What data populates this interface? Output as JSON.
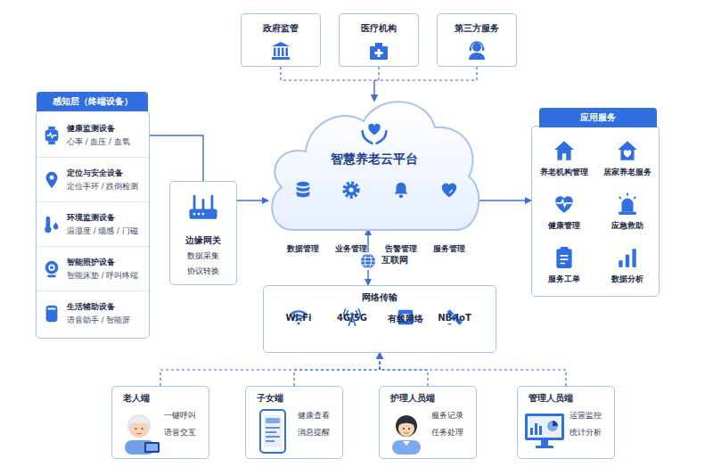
{
  "diagram": {
    "nodes": [
      {
        "text": [
          "政府监管"
        ]
      },
      {
        "text": [
          "医疗机构"
        ]
      },
      {
        "text": [
          "第三方服务"
        ]
      },
      {
        "text": [
          "感知层（终端设备）"
        ]
      },
      {
        "text": [
          "健康监测设备",
          "心率 / 血压 / 血氧"
        ],
        "in": 3
      },
      {
        "text": [
          "定位与安全设备",
          "定位手环 / 跌倒检测"
        ],
        "in": 3
      },
      {
        "text": [
          "环境监测设备",
          "温湿度 / 烟感 / 门磁"
        ],
        "in": 3
      },
      {
        "text": [
          "智能照护设备",
          "智能床垫 / 呼叫终端"
        ],
        "in": 3
      },
      {
        "text": [
          "生活辅助设备",
          "语音助手 / 智能屏"
        ],
        "in": 3
      },
      {
        "text": [
          "边缘网关",
          "数据采集",
          "协议转换"
        ]
      },
      {
        "text": [
          "智慧养老云平台"
        ]
      },
      {
        "text": [
          "数据管理"
        ],
        "in": 10
      },
      {
        "text": [
          "业务管理"
        ],
        "in": 10
      },
      {
        "text": [
          "告警管理"
        ],
        "in": 10
      },
      {
        "text": [
          "服务管理"
        ],
        "in": 10
      },
      {
        "text": [
          "应用服务"
        ]
      },
      {
        "text": [
          "养老机构管理"
        ],
        "in": 15
      },
      {
        "text": [
          "居家养老服务"
        ],
        "in": 15
      },
      {
        "text": [
          "健康管理"
        ],
        "in": 15
      },
      {
        "text": [
          "应急救助"
        ],
        "in": 15
      },
      {
        "text": [
          "服务工单"
        ],
        "in": 15
      },
      {
        "text": [
          "数据分析"
        ],
        "in": 15
      },
      {
        "text": [
          "网络传输"
        ]
      },
      {
        "text": [
          "Wi-Fi"
        ],
        "in": 22
      },
      {
        "text": [
          "4G/5G"
        ],
        "in": 22
      },
      {
        "text": [
          "有线网络"
        ],
        "in": 22
      },
      {
        "text": [
          "NB-IoT"
        ],
        "in": 22
      },
      {
        "text": [
          "老人端",
          "一键呼叫",
          "语音交互"
        ]
      },
      {
        "text": [
          "子女端",
          "健康查看",
          "消息提醒"
        ]
      },
      {
        "text": [
          "护理人员端",
          "服务记录",
          "任务处理"
        ]
      },
      {
        "text": [
          "管理人员端",
          "运营监控",
          "统计分析"
        ]
      }
    ],
    "edges": [
      {
        "from": 0,
        "to": 10,
        "arrow": "to"
      },
      {
        "from": 1,
        "to": 10,
        "arrow": "to"
      },
      {
        "from": 2,
        "to": 10,
        "arrow": "to"
      },
      {
        "from": 3,
        "to": 9,
        "arrow": "none"
      },
      {
        "from": 9,
        "to": 10,
        "arrow": "to"
      },
      {
        "from": 10,
        "to": 15,
        "arrow": "to"
      },
      {
        "from": 22,
        "to": 10,
        "label": "互联网",
        "arrow": "both"
      },
      {
        "from": 27,
        "to": 22,
        "arrow": "to"
      },
      {
        "from": 28,
        "to": 22,
        "arrow": "to"
      },
      {
        "from": 29,
        "to": 22,
        "arrow": "to"
      },
      {
        "from": 30,
        "to": 22,
        "arrow": "to"
      }
    ]
  }
}
